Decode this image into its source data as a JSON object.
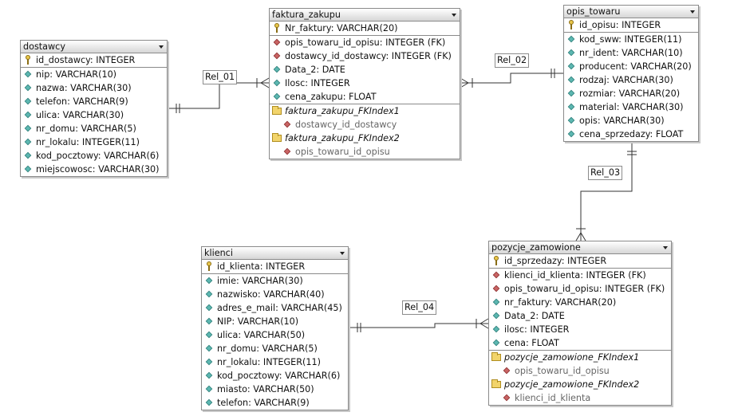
{
  "tables": {
    "dostawcy": {
      "title": "dostawcy",
      "pk": "id_dostawcy: INTEGER",
      "columns": [
        "nip: VARCHAR(10)",
        "nazwa: VARCHAR(30)",
        "telefon: VARCHAR(9)",
        "ulica: VARCHAR(30)",
        "nr_domu: VARCHAR(5)",
        "nr_lokalu: INTEGER(11)",
        "kod_pocztowy: VARCHAR(6)",
        "miejscowosc: VARCHAR(30)"
      ]
    },
    "faktura_zakupu": {
      "title": "faktura_zakupu",
      "pk": "Nr_faktury: VARCHAR(20)",
      "fk_columns": [
        "opis_towaru_id_opisu: INTEGER (FK)",
        "dostawcy_id_dostawcy: INTEGER (FK)"
      ],
      "columns": [
        "Data_2: DATE",
        "Ilosc: INTEGER",
        "cena_zakupu: FLOAT"
      ],
      "indexes": [
        {
          "name": "faktura_zakupu_FKIndex1",
          "column": "dostawcy_id_dostawcy"
        },
        {
          "name": "faktura_zakupu_FKIndex2",
          "column": "opis_towaru_id_opisu"
        }
      ]
    },
    "opis_towaru": {
      "title": "opis_towaru",
      "pk": "id_opisu: INTEGER",
      "columns": [
        "kod_sww: INTEGER(11)",
        "nr_ident: VARCHAR(10)",
        "producent: VARCHAR(20)",
        "rodzaj: VARCHAR(30)",
        "rozmiar: VARCHAR(20)",
        "material: VARCHAR(30)",
        "opis: VARCHAR(30)",
        "cena_sprzedazy: FLOAT"
      ]
    },
    "klienci": {
      "title": "klienci",
      "pk": "id_klienta: INTEGER",
      "columns": [
        "imie: VARCHAR(30)",
        "nazwisko: VARCHAR(40)",
        "adres_e_mail: VARCHAR(45)",
        "NIP: VARCHAR(10)",
        "ulica: VARCHAR(50)",
        "nr_domu: VARCHAR(5)",
        "nr_lokalu: INTEGER(11)",
        "kod_pocztowy: VARCHAR(6)",
        "miasto: VARCHAR(50)",
        "telefon: VARCHAR(9)"
      ]
    },
    "pozycje_zamowione": {
      "title": "pozycje_zamowione",
      "pk": "id_sprzedazy: INTEGER",
      "fk_columns": [
        "klienci_id_klienta: INTEGER (FK)",
        "opis_towaru_id_opisu: INTEGER (FK)"
      ],
      "columns": [
        "nr_faktury: VARCHAR(20)",
        "Data_2: DATE",
        "ilosc: INTEGER",
        "cena: FLOAT"
      ],
      "indexes": [
        {
          "name": "pozycje_zamowione_FKIndex1",
          "column": "opis_towaru_id_opisu"
        },
        {
          "name": "pozycje_zamowione_FKIndex2",
          "column": "klienci_id_klienta"
        }
      ]
    }
  },
  "relations": [
    "Rel_01",
    "Rel_02",
    "Rel_03",
    "Rel_04"
  ]
}
